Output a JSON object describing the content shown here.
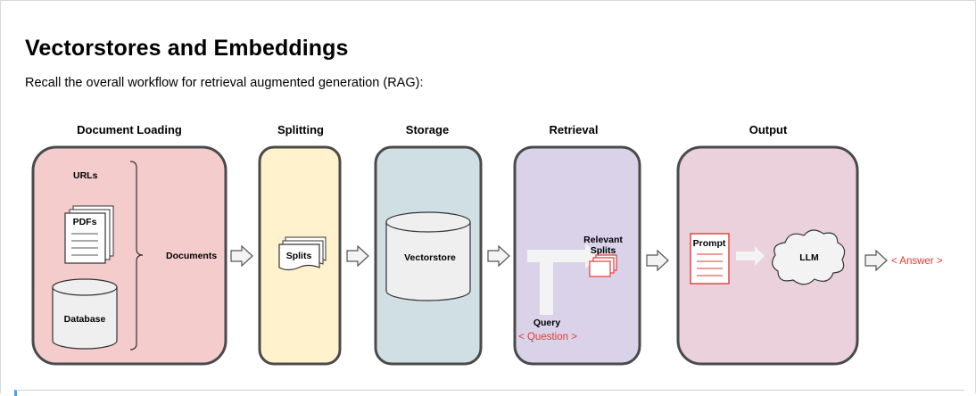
{
  "page": {
    "title": "Vectorstores and Embeddings",
    "subtitle": "Recall the overall workflow for retrieval augmented generation (RAG):"
  },
  "colors": {
    "loading": "#f4cccc",
    "splitting": "#fff2cc",
    "storage": "#d0dfe3",
    "retrieval": "#d9d2e9",
    "output": "#ead1dc",
    "border": "#4a4a4a",
    "accent_red": "#e53935"
  },
  "diagram": {
    "stages": {
      "loading": "Document Loading",
      "splitting": "Splitting",
      "storage": "Storage",
      "retrieval": "Retrieval",
      "output": "Output"
    },
    "labels": {
      "urls": "URLs",
      "pdfs": "PDFs",
      "database": "Database",
      "documents": "Documents",
      "splits": "Splits",
      "vectorstore": "Vectorstore",
      "relevant_line1": "Relevant",
      "relevant_line2": "Splits",
      "query": "Query",
      "question": "< Question >",
      "prompt": "Prompt",
      "llm": "LLM",
      "answer": "< Answer >"
    }
  }
}
